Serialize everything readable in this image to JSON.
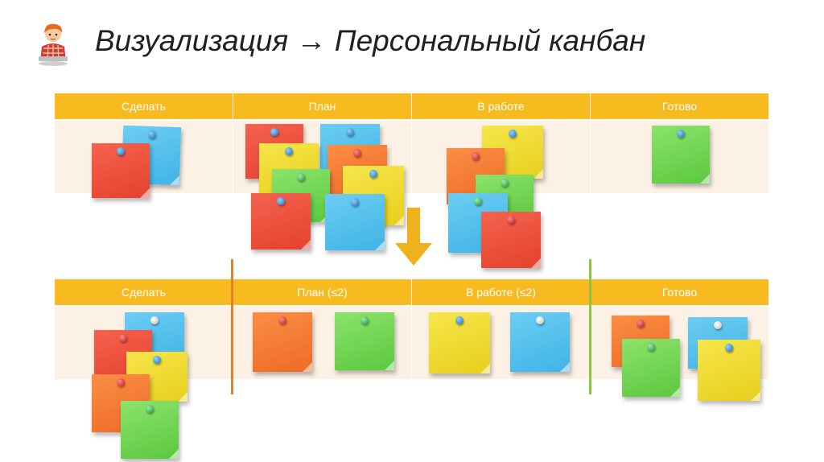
{
  "slide": {
    "title": "Визуализация → Персональный канбан"
  },
  "board_top": {
    "columns": [
      "Сделать",
      "План",
      "В работе",
      "Готово"
    ]
  },
  "board_bottom": {
    "columns": [
      "Сделать",
      "План (≤2)",
      "В работе (≤2)",
      "Готово"
    ]
  },
  "colors": {
    "header": "#f7bb1f",
    "cell": "#fbf1e4",
    "arrow": "#f0b21c",
    "wip_left": "#e87c2a",
    "wip_right": "#8cc540",
    "note_red": "#e94a36",
    "note_blue": "#4cbdea",
    "note_yellow": "#eedb2c",
    "note_green": "#6fd14c",
    "note_orange": "#f27a32"
  },
  "icons": {
    "presenter": "person-at-desk-icon",
    "flow": "down-arrow-icon"
  }
}
